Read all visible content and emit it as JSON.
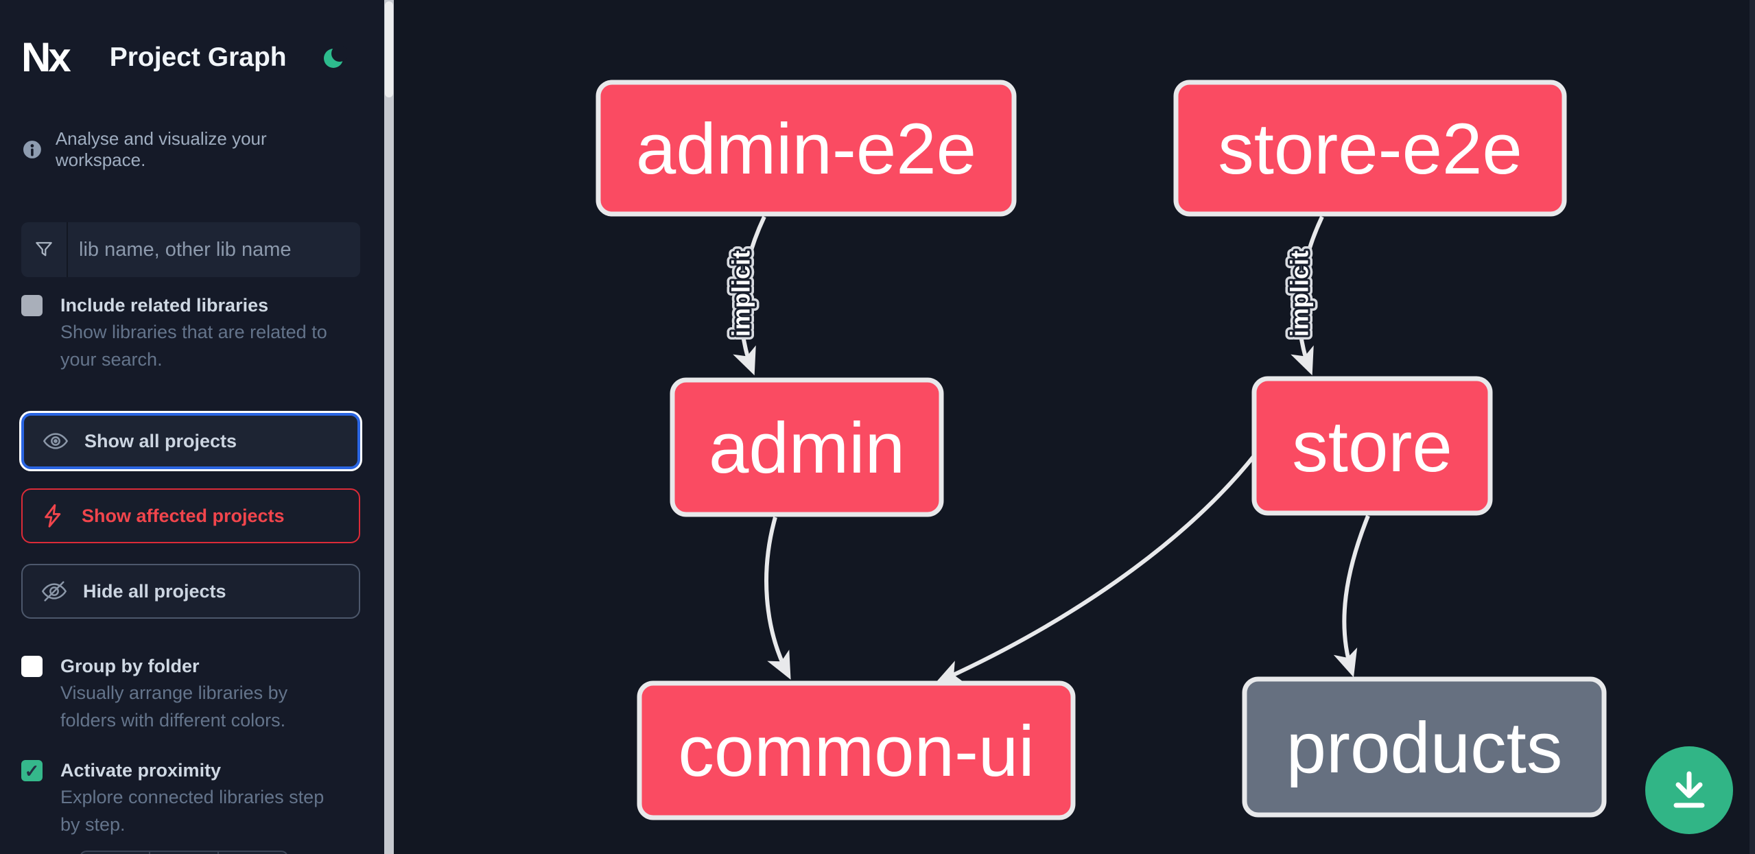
{
  "header": {
    "logo_text": "Nx",
    "title": "Project Graph"
  },
  "sidebar": {
    "tagline": "Analyse and visualize your workspace.",
    "search": {
      "placeholder": "lib name, other lib name",
      "value": ""
    },
    "checkboxes": [
      {
        "label": "Include related libraries",
        "checked": false,
        "description_lines": [
          "Show libraries that are related to",
          "your search."
        ]
      },
      {
        "label": "Group by folder",
        "checked": false,
        "description_lines": [
          "Visually arrange libraries by",
          "folders with different colors."
        ]
      },
      {
        "label": "Activate proximity",
        "checked": true,
        "description_lines": [
          "Explore connected libraries step",
          "by step."
        ]
      }
    ],
    "buttons": [
      {
        "label": "Show all projects",
        "state": "focused"
      },
      {
        "label": "Show affected projects",
        "state": "affected"
      },
      {
        "label": "Hide all projects",
        "state": "normal"
      }
    ]
  },
  "graph": {
    "nodes": [
      {
        "id": "admin-e2e",
        "label": "admin-e2e",
        "style": "affected"
      },
      {
        "id": "store-e2e",
        "label": "store-e2e",
        "style": "affected"
      },
      {
        "id": "admin",
        "label": "admin",
        "style": "affected"
      },
      {
        "id": "store",
        "label": "store",
        "style": "affected"
      },
      {
        "id": "common-ui",
        "label": "common-ui",
        "style": "affected"
      },
      {
        "id": "products",
        "label": "products",
        "style": "normal"
      }
    ],
    "edges": [
      {
        "from": "admin-e2e",
        "to": "admin",
        "label": "implicit"
      },
      {
        "from": "store-e2e",
        "to": "store",
        "label": "implicit"
      },
      {
        "from": "admin",
        "to": "common-ui",
        "label": ""
      },
      {
        "from": "store",
        "to": "common-ui",
        "label": ""
      },
      {
        "from": "store",
        "to": "products",
        "label": ""
      }
    ]
  },
  "icons": {
    "checkmark": "✓"
  },
  "colors": {
    "sidebar_bg": "#151a28",
    "canvas_bg": "#121722",
    "node_affected": "#fa4b62",
    "node_normal": "#667080",
    "node_border": "#e8e9eb",
    "edge": "#e8e9eb",
    "accent_green": "#31b586",
    "focus_blue": "#2a65e2",
    "affected_red": "#dc2b38"
  }
}
